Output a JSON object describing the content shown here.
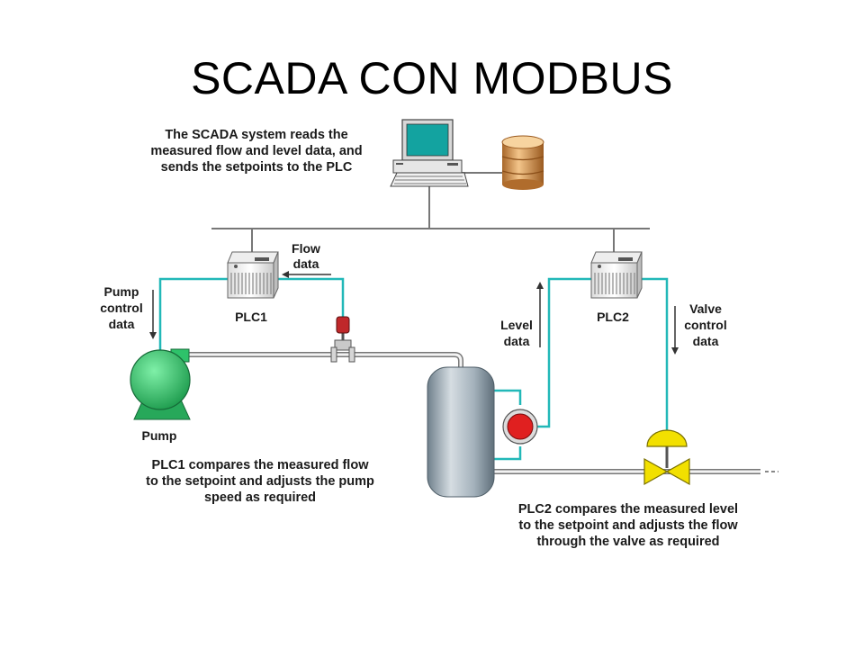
{
  "title": "SCADA CON MODBUS",
  "scada_caption": [
    "The SCADA system reads the",
    "measured flow and level data, and",
    "sends the setpoints to the PLC"
  ],
  "plc1_label": "PLC1",
  "plc2_label": "PLC2",
  "flow_data": [
    "Flow",
    "data"
  ],
  "pump_control_data": [
    "Pump",
    "control",
    "data"
  ],
  "level_data": [
    "Level",
    "data"
  ],
  "valve_control_data": [
    "Valve",
    "control",
    "data"
  ],
  "pump_label": "Pump",
  "plc1_caption": [
    "PLC1 compares the measured flow",
    "to the setpoint and adjusts the pump",
    "speed as required"
  ],
  "plc2_caption": [
    "PLC2 compares the measured level",
    "to the setpoint and adjusts the flow",
    "through the valve as required"
  ],
  "colors": {
    "signal_line": "#22b8b8",
    "network_line": "#777777",
    "pump": "#2ec26a",
    "valve": "#f2e000",
    "level_sensor": "#e02020",
    "tank": "#9aaab4"
  },
  "icons": [
    "scada-workstation-icon",
    "database-icon",
    "plc-icon",
    "pump-icon",
    "flow-meter-icon",
    "tank-icon",
    "level-sensor-icon",
    "control-valve-icon"
  ]
}
